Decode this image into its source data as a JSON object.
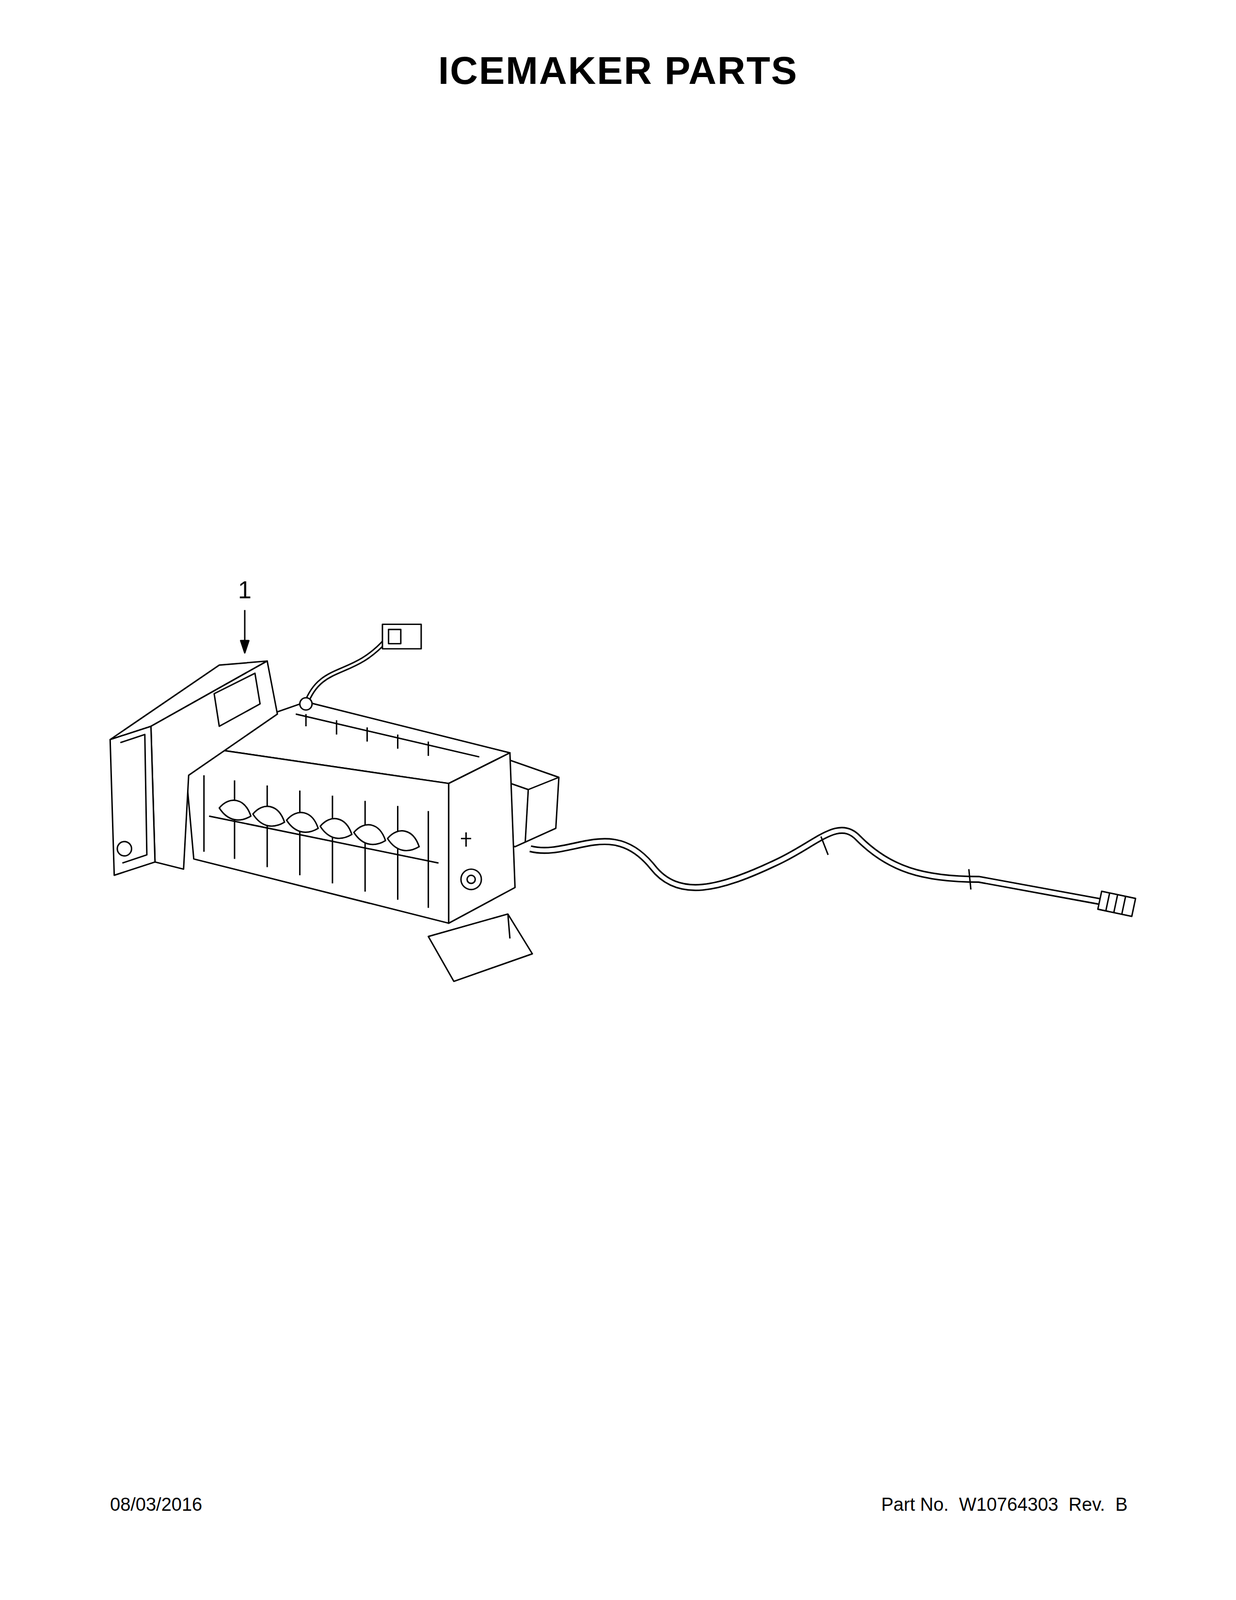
{
  "diagram": {
    "title": "ICEMAKER PARTS",
    "labels": [
      "1",
      "08/03/2016",
      "Part No.  W10764303  Rev.  B"
    ]
  }
}
